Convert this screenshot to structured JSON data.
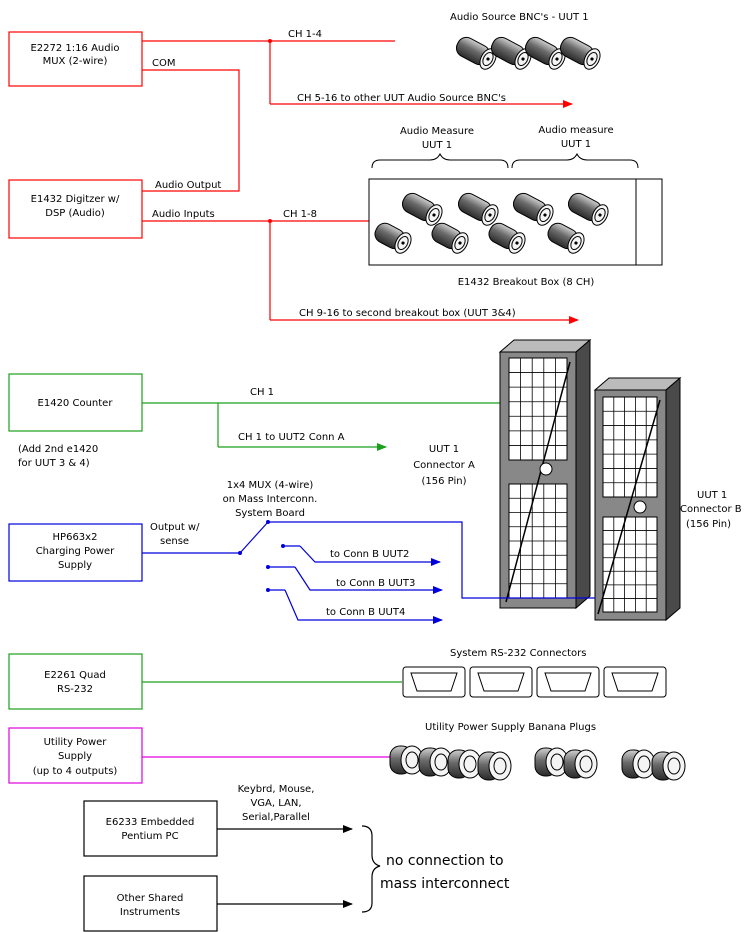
{
  "colors": {
    "red": "#ff0000",
    "green": "#1aa01a",
    "blue": "#0000dd",
    "magenta": "#e000e0",
    "black": "#000000",
    "gray": "#888888"
  },
  "boxes": {
    "e2272": [
      "E2272 1:16 Audio",
      "MUX (2-wire)"
    ],
    "e1432": [
      "E1432 Digitzer w/",
      "DSP (Audio)"
    ],
    "e1420": [
      "E1420 Counter"
    ],
    "hp663": [
      "HP663x2",
      "Charging Power",
      "Supply"
    ],
    "e2261": [
      "E2261 Quad",
      "RS-232"
    ],
    "utility": [
      "Utility Power",
      "Supply",
      "(up to 4 outputs)"
    ],
    "e6233": [
      "E6233 Embedded",
      "Pentium PC"
    ],
    "other": [
      "Other Shared",
      "Instruments"
    ]
  },
  "labels": {
    "com": "COM",
    "audio_output": "Audio Output",
    "audio_inputs": "Audio Inputs",
    "ch14": "CH 1-4",
    "ch516": "CH 5-16 to other UUT Audio Source BNC's",
    "audio_source_title": "Audio Source BNC's - UUT 1",
    "ch18": "CH 1-8",
    "ch916": "CH 9-16 to second breakout box (UUT 3&4)",
    "audio_measure_1": [
      "Audio Measure",
      "UUT 1"
    ],
    "audio_measure_2": [
      "Audio measure",
      "UUT 1"
    ],
    "breakout_title": "E1432 Breakout Box (8 CH)",
    "ch1": "CH 1",
    "ch1_uut2": "CH 1 to UUT2 Conn A",
    "add_e1420": [
      "(Add 2nd e1420",
      "for UUT 3 & 4)"
    ],
    "conn_a": [
      "UUT 1",
      "Connector A",
      "(156 Pin)"
    ],
    "conn_b": [
      "UUT 1",
      "Connector B",
      "(156 Pin)"
    ],
    "mux_4wire": [
      "1x4 MUX (4-wire)",
      "on Mass Interconn.",
      "System Board"
    ],
    "output_sense": [
      "Output w/",
      "sense"
    ],
    "to_b2": "to Conn B UUT2",
    "to_b3": "to Conn B UUT3",
    "to_b4": "to Conn B UUT4",
    "rs232_title": "System RS-232 Connectors",
    "banana_title": "Utility Power Supply Banana Plugs",
    "pc_conns": [
      "Keybrd, Mouse,",
      "VGA, LAN,",
      "Serial,Parallel"
    ],
    "no_conn": [
      "no connection to",
      "mass interconnect"
    ]
  }
}
